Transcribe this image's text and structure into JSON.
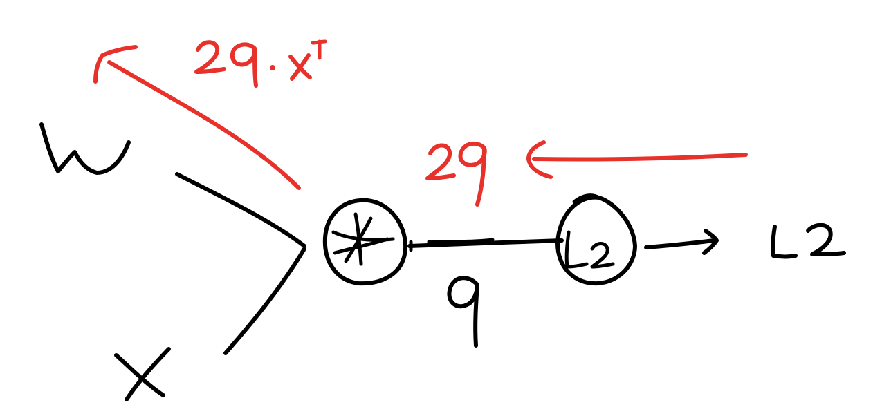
{
  "colors": {
    "background": "#ffffff",
    "ink": "#000000",
    "gradient_ink": "#e8312a"
  },
  "nodes": {
    "multiply_label": "*",
    "l2_label": "L2"
  },
  "labels": {
    "input_w": "W",
    "input_x": "X",
    "intermediate": "q",
    "output": "L2"
  },
  "gradients": {
    "grad_q": "2q",
    "grad_w": "2q · X",
    "grad_w_superscript": "T"
  }
}
